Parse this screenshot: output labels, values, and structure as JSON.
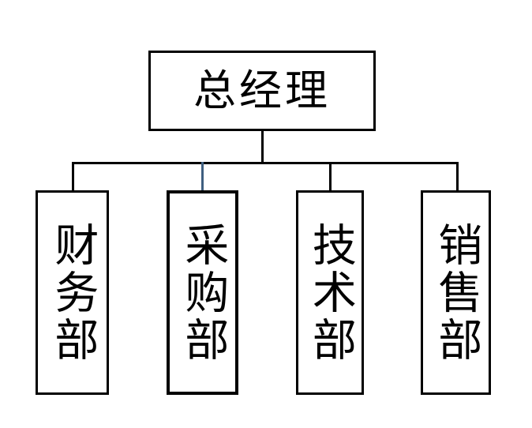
{
  "chart_data": {
    "type": "diagram",
    "diagram_type": "organization-chart",
    "title": "",
    "orientation": "top-down",
    "background_color": "#ffffff",
    "line_color": "#000000",
    "accent_line_color": "#3f5f80",
    "text_color": "#000000",
    "root": {
      "id": "general-manager",
      "label": "总经理",
      "text_direction": "horizontal"
    },
    "children": [
      {
        "id": "finance-department",
        "label": "财务部",
        "text_direction": "vertical",
        "connector_color": "#000000"
      },
      {
        "id": "purchasing-department",
        "label": "采购部",
        "text_direction": "vertical",
        "connector_color": "#3f5f80"
      },
      {
        "id": "technology-department",
        "label": "技术部",
        "text_direction": "vertical",
        "connector_color": "#000000"
      },
      {
        "id": "sales-department",
        "label": "销售部",
        "text_direction": "vertical",
        "connector_color": "#000000"
      }
    ],
    "edges": [
      {
        "from": "general-manager",
        "to": "finance-department"
      },
      {
        "from": "general-manager",
        "to": "purchasing-department"
      },
      {
        "from": "general-manager",
        "to": "technology-department"
      },
      {
        "from": "general-manager",
        "to": "sales-department"
      }
    ]
  }
}
